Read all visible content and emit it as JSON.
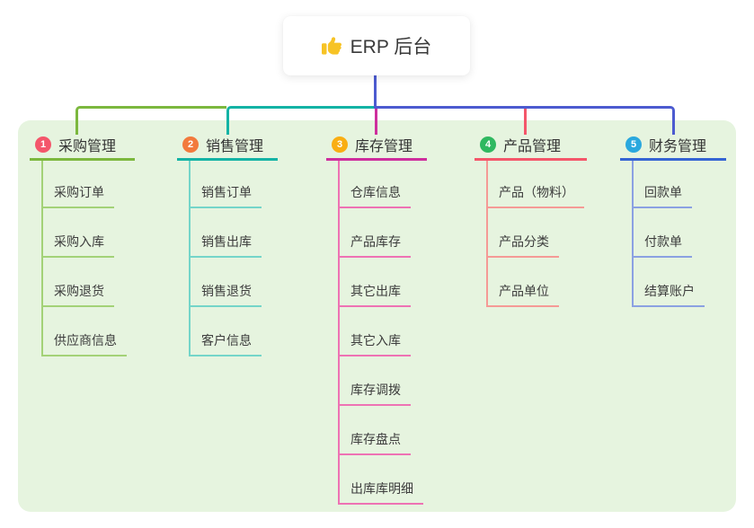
{
  "root": {
    "label": "ERP 后台",
    "icon": "thumbs-up-icon",
    "icon_color": "#f7c325",
    "trunk_color": "#4c5bd0"
  },
  "panel": {
    "background": "#e6f4df"
  },
  "branches": [
    {
      "index": "1",
      "label": "采购管理",
      "badge_color": "#f4566b",
      "line_color": "#7cb83e",
      "light_color": "#a3d277",
      "children": [
        "采购订单",
        "采购入库",
        "采购退货",
        "供应商信息"
      ]
    },
    {
      "index": "2",
      "label": "销售管理",
      "badge_color": "#f27a3d",
      "line_color": "#14b3a5",
      "light_color": "#74d5c9",
      "children": [
        "销售订单",
        "销售出库",
        "销售退货",
        "客户信息"
      ]
    },
    {
      "index": "3",
      "label": "库存管理",
      "badge_color": "#f9ae13",
      "line_color": "#ce2e9d",
      "light_color": "#ee72b4",
      "children": [
        "仓库信息",
        "产品库存",
        "其它出库",
        "其它入库",
        "库存调拨",
        "库存盘点",
        "出库库明细"
      ]
    },
    {
      "index": "4",
      "label": "产品管理",
      "badge_color": "#2fb860",
      "line_color": "#f4566a",
      "light_color": "#f59a96",
      "children": [
        "产品（物料）",
        "产品分类",
        "产品单位"
      ]
    },
    {
      "index": "5",
      "label": "财务管理",
      "badge_color": "#2aa8de",
      "line_color": "#3564d3",
      "light_color": "#8ba1e2",
      "children": [
        "回款单",
        "付款单",
        "结算账户"
      ]
    }
  ]
}
